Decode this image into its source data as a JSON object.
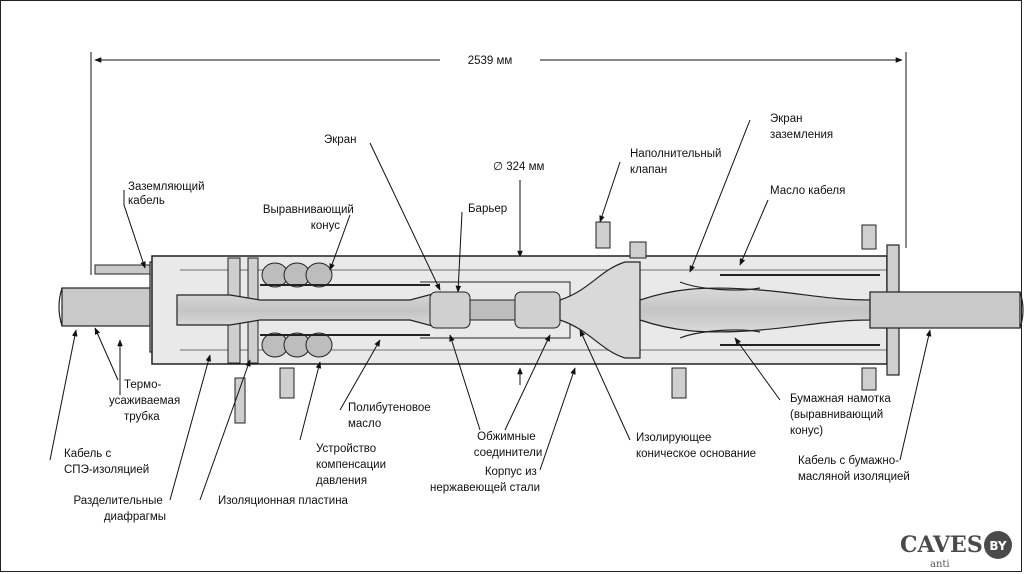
{
  "diagram": {
    "dimension_length": "2539 мм",
    "dimension_diameter": "∅ 324 мм",
    "labels": {
      "ground_cable": [
        "Заземляющий",
        "кабель"
      ],
      "leveling_cone": [
        "Выравнивающий",
        "конус"
      ],
      "screen": [
        "Экран"
      ],
      "barrier": [
        "Барьер"
      ],
      "filling_valve": [
        "Наполнительный",
        "клапан"
      ],
      "ground_screen": [
        "Экран",
        "заземления"
      ],
      "cable_oil": [
        "Масло кабеля"
      ],
      "shrink_tube": [
        "Термо-",
        "усаживаемая",
        "трубка"
      ],
      "xlpe_cable": [
        "Кабель с",
        "СПЭ-изоляцией"
      ],
      "diaphragms": [
        "Разделительные",
        "диафрагмы"
      ],
      "insulation_plate": [
        "Изоляционная пластина"
      ],
      "pressure_comp": [
        "Устройство",
        "компенсации",
        "давления"
      ],
      "polybutene_oil": [
        "Полибутеновое",
        "масло"
      ],
      "crimp_connectors": [
        "Обжимные",
        "соединители"
      ],
      "steel_housing": [
        "Корпус из",
        "нержавеющей стали"
      ],
      "insulating_cone_base": [
        "Изолирующее",
        "коническое основание"
      ],
      "paper_winding": [
        "Бумажная намотка",
        "(выравнивающий",
        "конус)"
      ],
      "paper_oil_cable": [
        "Кабель с бумажно-",
        "масляной изоляцией"
      ]
    }
  },
  "watermark": {
    "main": "CAVES",
    "badge": "BY",
    "sub": "anti"
  }
}
